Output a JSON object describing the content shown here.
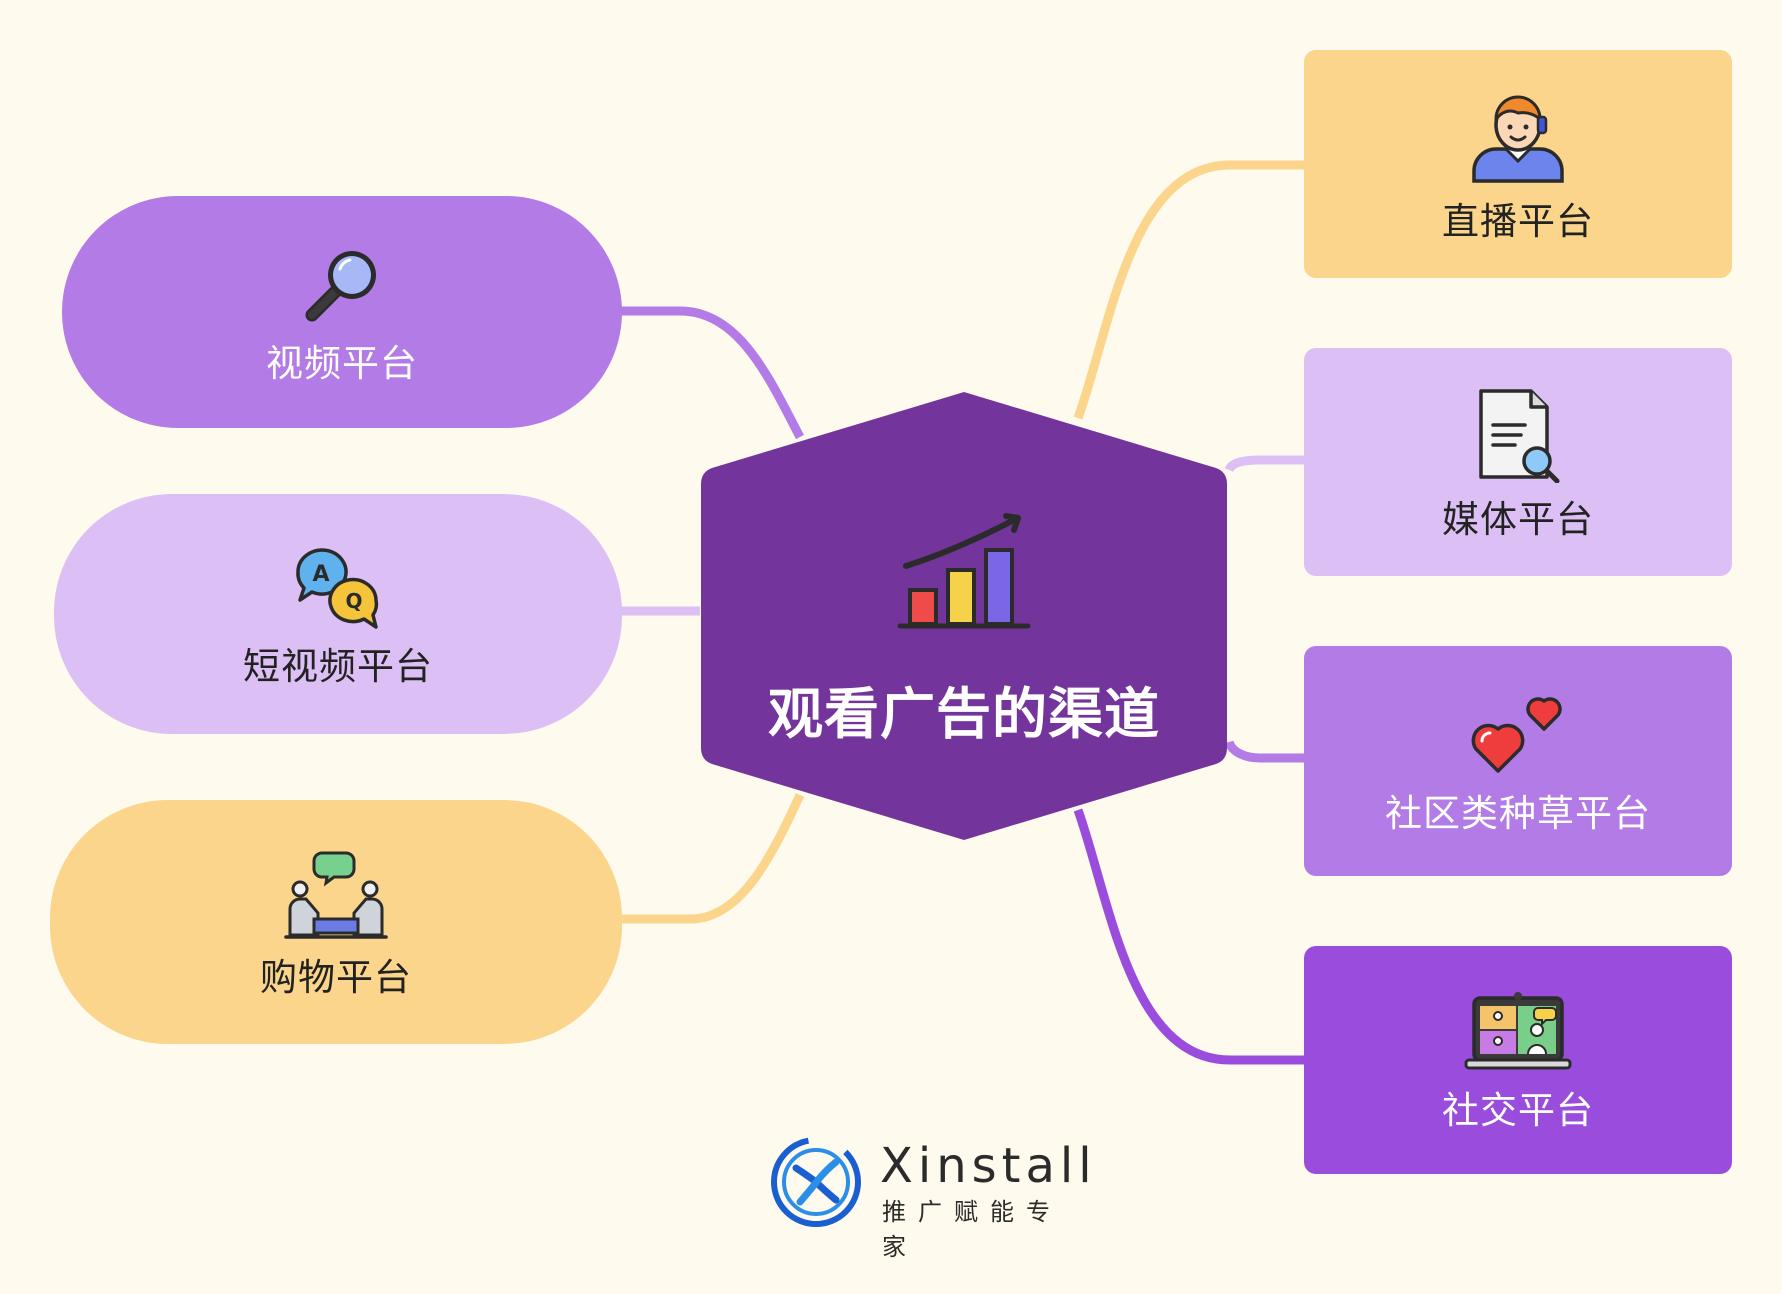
{
  "center": {
    "title": "观看广告的渠道",
    "icon": "growth-chart-icon"
  },
  "left_nodes": [
    {
      "label": "视频平台",
      "icon": "magnifier-icon",
      "color": "#b27be6"
    },
    {
      "label": "短视频平台",
      "icon": "qa-bubbles-icon",
      "color": "#dcc0f5"
    },
    {
      "label": "购物平台",
      "icon": "meeting-icon",
      "color": "#fad58b"
    }
  ],
  "right_nodes": [
    {
      "label": "直播平台",
      "icon": "headset-person-icon",
      "color": "#fad58b"
    },
    {
      "label": "媒体平台",
      "icon": "document-search-icon",
      "color": "#dcc0f5"
    },
    {
      "label": "社区类种草平台",
      "icon": "hearts-icon",
      "color": "#b27be6"
    },
    {
      "label": "社交平台",
      "icon": "video-call-icon",
      "color": "#9a4ddd"
    }
  ],
  "brand": {
    "name": "Xinstall",
    "tagline": "推广赋能专家",
    "icon": "xinstall-logo-icon"
  },
  "colors": {
    "background": "#fffaee",
    "center": "#73359b",
    "purple": "#b27be6",
    "lilac": "#dcc0f5",
    "yellow": "#fad58b",
    "deep_purple": "#9a4ddd"
  }
}
